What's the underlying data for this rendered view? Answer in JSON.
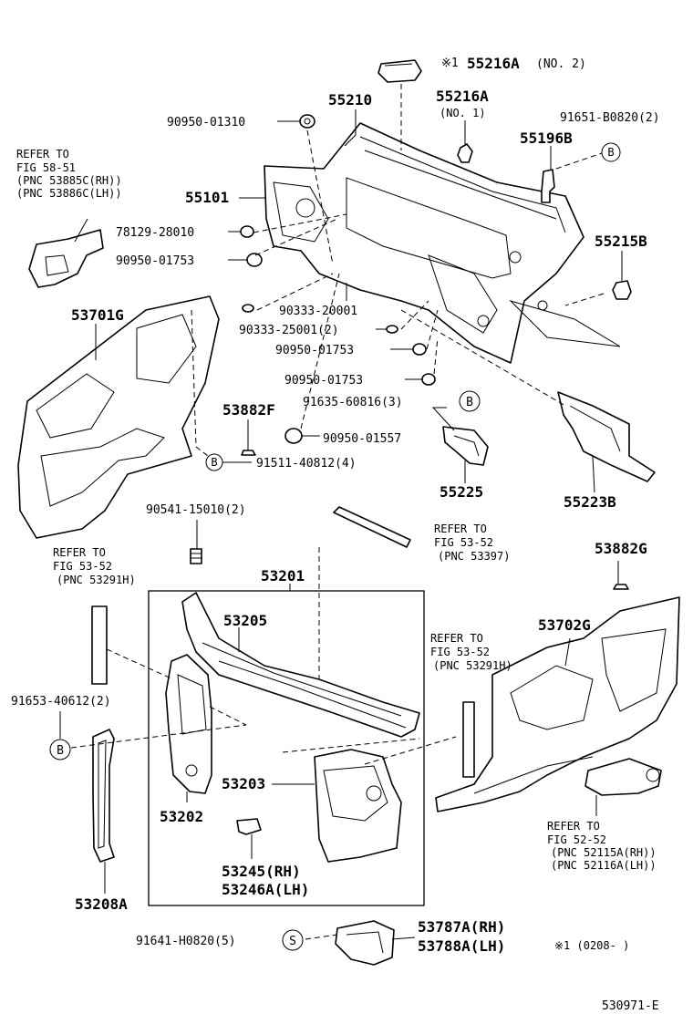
{
  "labels": {
    "p55216a_no2_mark": "※1",
    "p55216a_no2": "55216A",
    "p55216a_no2_note": "(NO. 2)",
    "p55210": "55210",
    "p55216a": "55216A",
    "p55216a_note": "(NO. 1)",
    "p90950_01310": "90950-01310",
    "p91651": "91651-B0820(2)",
    "p55196b": "55196B",
    "ref58_1": "REFER TO",
    "ref58_2": "FIG 58-51",
    "ref58_3": "(PNC 53885C(RH))",
    "ref58_4": "(PNC 53886C(LH))",
    "p55101": "55101",
    "p78129": "78129-28010",
    "p90950_01753a": "90950-01753",
    "p55215b": "55215B",
    "p53701g": "53701G",
    "p90333_20001": "90333-20001",
    "p90333_25001": "90333-25001(2)",
    "p90950_01753b": "90950-01753",
    "p90950_01753c": "90950-01753",
    "p53882f": "53882F",
    "p91635": "91635-60816(3)",
    "p90950_01557": "90950-01557",
    "p91511": "91511-40812(4)",
    "p55225": "55225",
    "p55223b": "55223B",
    "p90541": "90541-15010(2)",
    "ref53397_1": "REFER TO",
    "ref53397_2": "FIG 53-52",
    "ref53397_3": "(PNC 53397)",
    "p53882g": "53882G",
    "refL_1": "REFER TO",
    "refL_2": "FIG 53-52",
    "refL_3": "(PNC 53291H)",
    "p53201": "53201",
    "p53205": "53205",
    "p53702g": "53702G",
    "refR_1": "REFER TO",
    "refR_2": "FIG 53-52",
    "refR_3": "(PNC 53291H)",
    "p91653": "91653-40612(2)",
    "p53203": "53203",
    "p53202": "53202",
    "ref52_1": "REFER TO",
    "ref52_2": "FIG 52-52",
    "ref52_3": "(PNC 52115A(RH))",
    "ref52_4": "(PNC 52116A(LH))",
    "p53245": "53245(RH)",
    "p53246a": "53246A(LH)",
    "p53208a": "53208A",
    "p91641": "91641-H0820(5)",
    "p53787a": "53787A(RH)",
    "p53788a": "53788A(LH)",
    "footnote": "※1 (0208-     )",
    "fig_id": "530971-E"
  },
  "markers": {
    "B": "B",
    "S": "S"
  }
}
